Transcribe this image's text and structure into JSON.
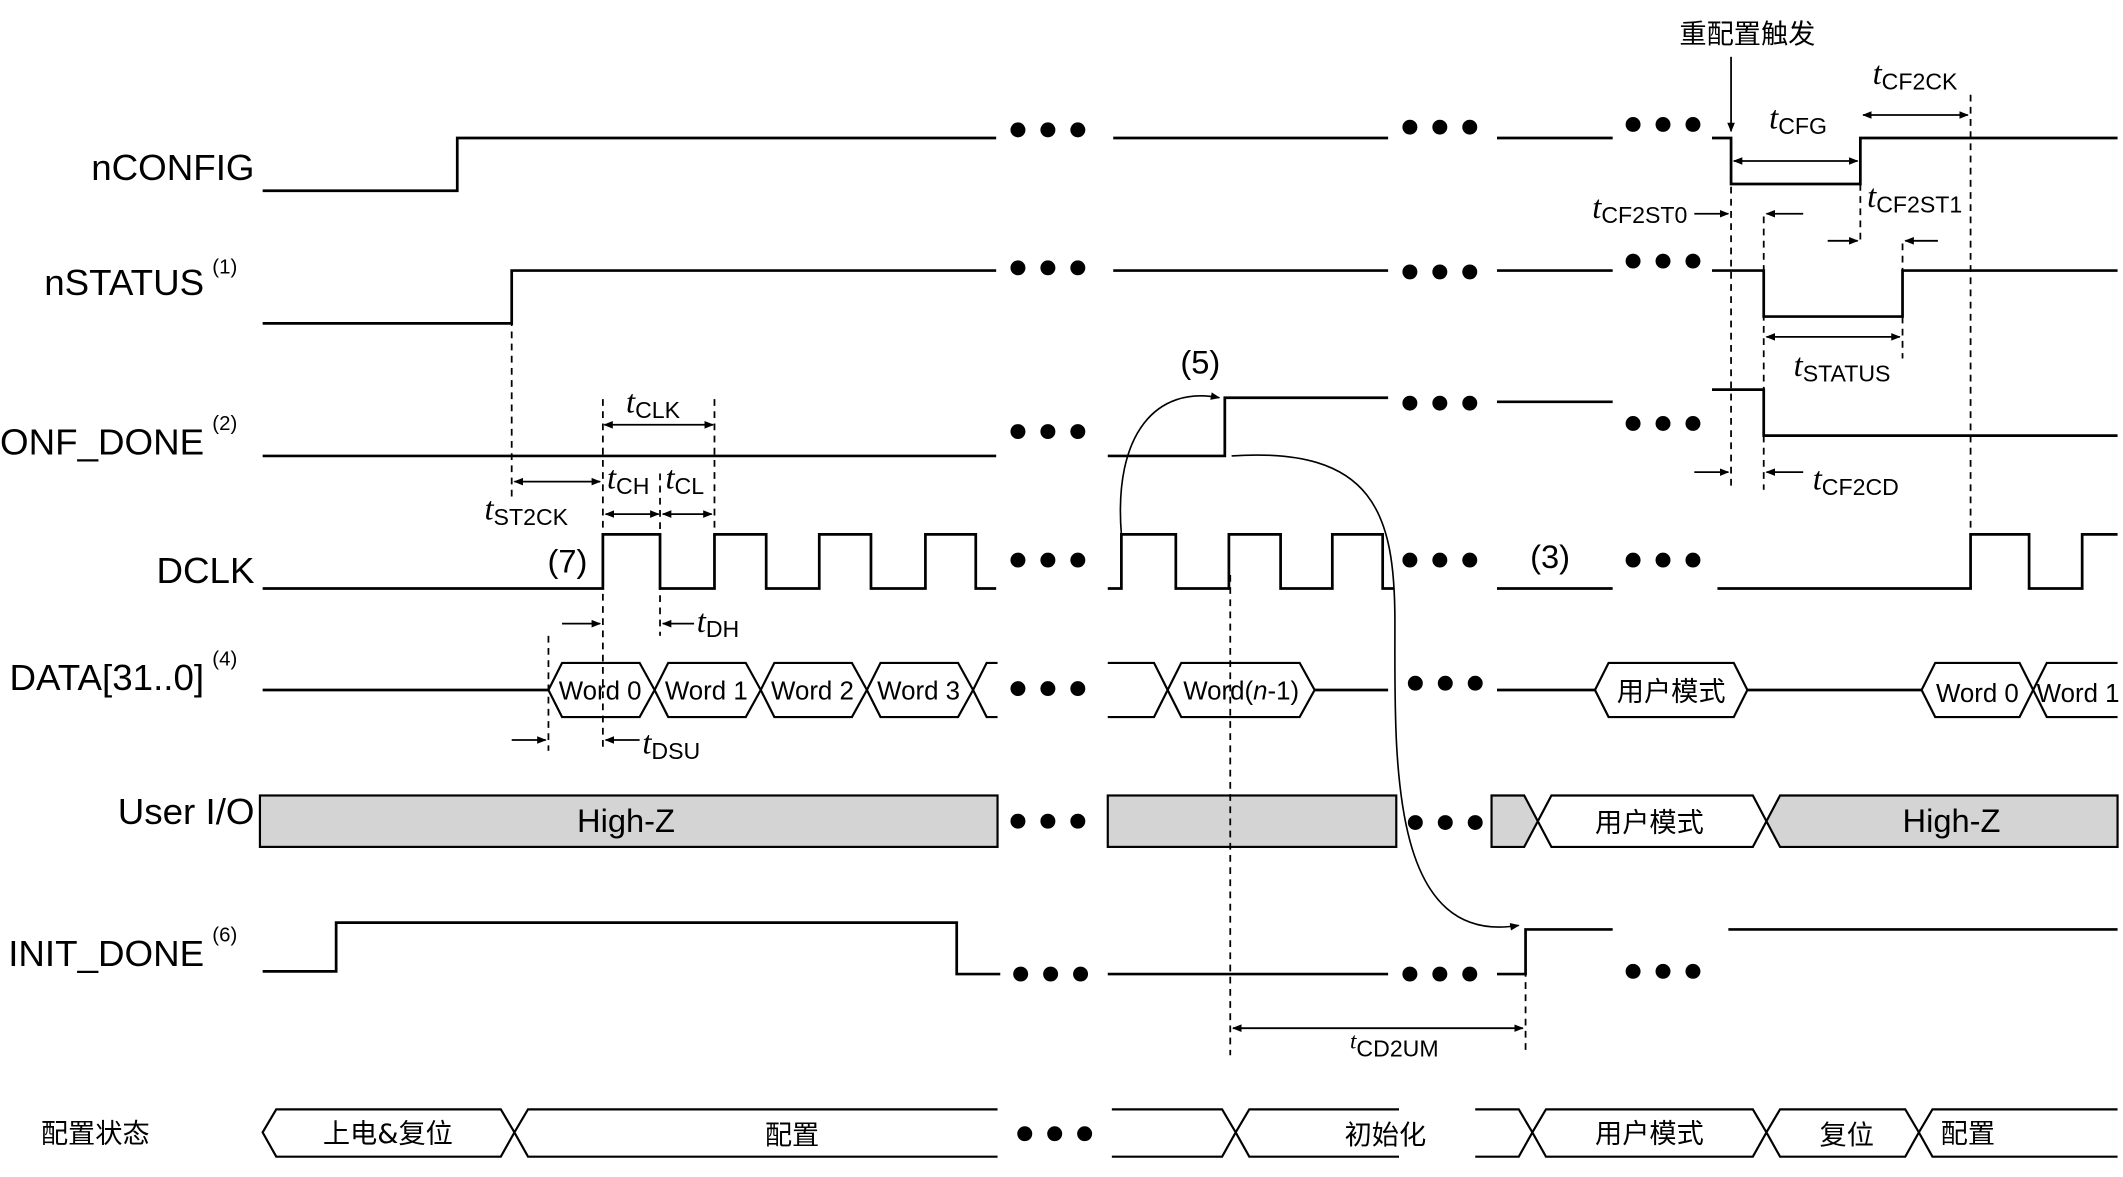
{
  "signals": {
    "nconfig": "nCONFIG",
    "nstatus": "nSTATUS",
    "nstatus_note": "(1)",
    "conf_done": "CONF_DONE",
    "conf_done_note": "(2)",
    "dclk": "DCLK",
    "data": "DATA[31..0]",
    "data_note": "(4)",
    "user_io": "User I/O",
    "init_done": "INIT_DONE",
    "init_done_note": "(6)",
    "config_state": "配置状态"
  },
  "annotations": {
    "reconfig_trigger": "重配置触发",
    "note3": "(3)",
    "note5": "(5)",
    "note7": "(7)"
  },
  "words": {
    "w0": "Word 0",
    "w1": "Word 1",
    "w2": "Word 2",
    "w3": "Word 3",
    "wn1_prefix": "Word(",
    "wn1_n": "n",
    "wn1_suffix": "-1)",
    "user_mode": "用户模式",
    "w0_b": "Word 0",
    "w1_b": "Word 1"
  },
  "io": {
    "highz": "High-Z",
    "user_mode": "用户模式",
    "highz_2": "High-Z"
  },
  "states": {
    "power_reset": "上电&复位",
    "config": "配置",
    "init": "初始化",
    "user_mode": "用户模式",
    "reset": "复位",
    "config_2": "配置"
  },
  "timing": {
    "t": "t",
    "clk": "CLK",
    "ch": "CH",
    "cl": "CL",
    "st2ck": "ST2CK",
    "dh": "DH",
    "dsu": "DSU",
    "cd2um": "CD2UM",
    "cfg": "CFG",
    "cf2ck": "CF2CK",
    "cf2st0": "CF2ST0",
    "cf2st1": "CF2ST1",
    "status": "STATUS",
    "cf2cd": "CF2CD"
  }
}
